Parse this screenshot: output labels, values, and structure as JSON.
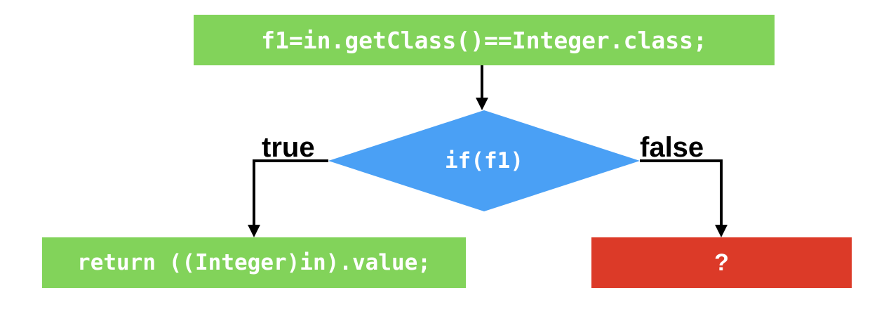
{
  "flowchart": {
    "start_node": {
      "text": "f1=in.getClass()==Integer.class;",
      "color": "#82d35a"
    },
    "decision": {
      "text": "if(f1)",
      "color": "#4aa0f5"
    },
    "true_branch": {
      "label": "true",
      "node_text": "return ((Integer)in).value;",
      "color": "#82d35a"
    },
    "false_branch": {
      "label": "false",
      "node_text": "?",
      "color": "#dc3a28"
    }
  }
}
